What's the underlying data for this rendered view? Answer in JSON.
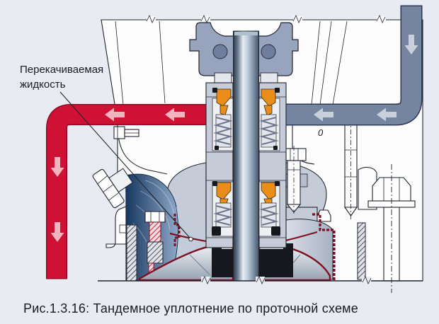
{
  "labels": {
    "fluid_line1": "Перекачиваемая",
    "fluid_line2": "жидкость",
    "annotation_zero": "0",
    "caption": "Рис.1.3.16: Тандемное уплотнение по проточной схеме"
  },
  "flows": {
    "pumped_liquid_line": {
      "color": "#ce1134",
      "arrow_color": "#f3b3bf",
      "direction": "left then down"
    },
    "circulation_line": {
      "color": "#75849f",
      "arrow_color": "#c9d0db",
      "direction": "down then left"
    }
  },
  "colors": {
    "background": "#e9ebf3",
    "casing_fill": "#fdfdfe",
    "outline": "#20242e",
    "pipe_red": "#ce1134",
    "pipe_red_edge": "#8f0b24",
    "arrow_on_red": "#f3b3bf",
    "pipe_gray": "#75849f",
    "pipe_gray_edge": "#2c3654",
    "arrow_on_gray": "#c9d0db",
    "bracket_blue": "#98a4bd",
    "bracket_hole": "#6f7e9d",
    "seal_gray": "#c6ccd7",
    "seal_inner": "#eef0f4",
    "seal_orange": "#ea8d18",
    "volute_dark": "#16375f",
    "volute_light": "#8fa9c9",
    "impeller_red": "#7d1022",
    "shaft_dark": "#2e3a49",
    "shaft_light": "#e6ecf4",
    "shaft_mid": "#9fb0c2",
    "shaft_deep": "#46566a",
    "text": "#1a1b22"
  }
}
